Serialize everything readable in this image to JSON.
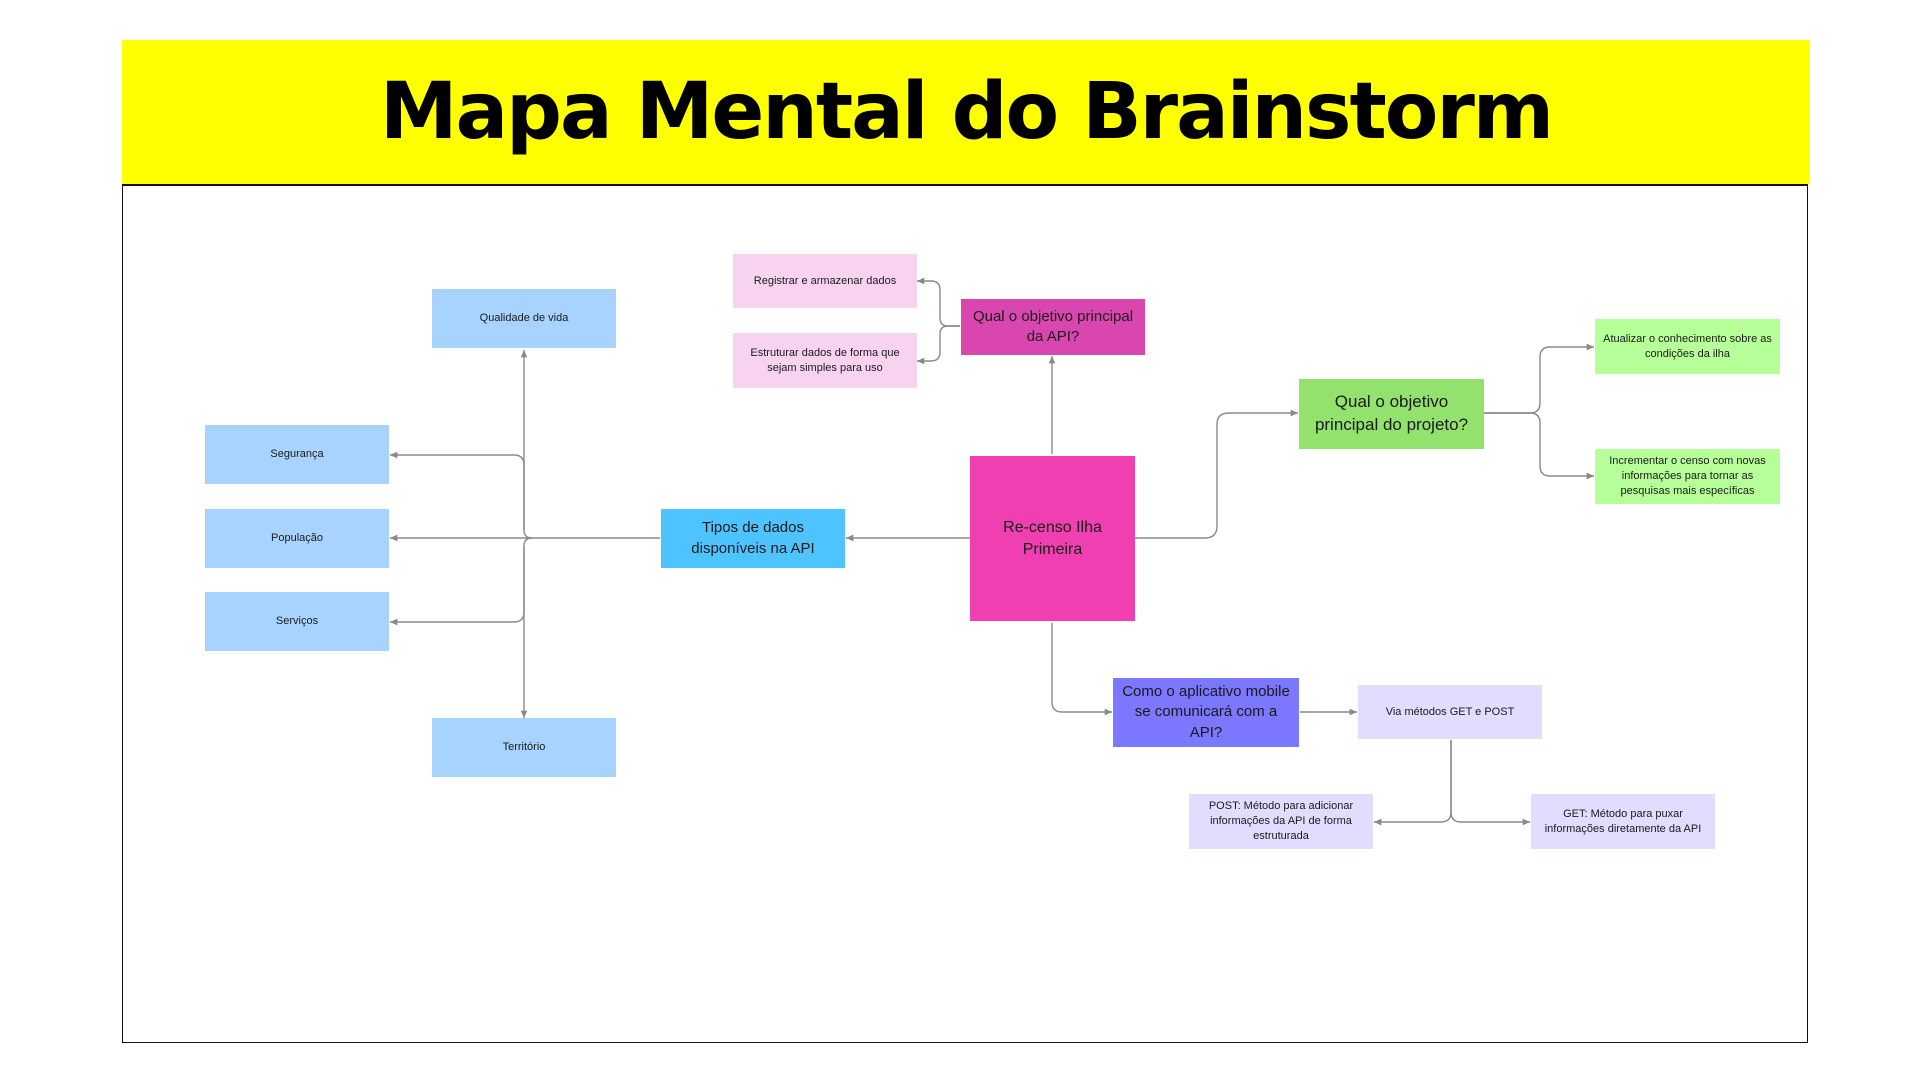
{
  "title": "Mapa Mental do Brainstorm",
  "colors": {
    "banner": "#ffff00",
    "connector": "#8a8a8a",
    "central": "#f03fb0"
  },
  "nodes": {
    "central": "Re-censo Ilha Primeira",
    "api_objective": "Qual o objetivo principal da API?",
    "register_data": "Registrar e armazenar dados",
    "structure_data": "Estruturar dados de forma que sejam simples para uso",
    "project_objective": "Qual o objetivo principal do projeto?",
    "update_knowledge": "Atualizar o conhecimento sobre as condições da ilha",
    "increment_census": "Incrementar o censo com novas informações para tornar as pesquisas mais específicas",
    "data_types": "Tipos de dados disponíveis na API",
    "quality_of_life": "Qualidade de vida",
    "security": "Segurança",
    "population": "População",
    "services": "Serviços",
    "territory": "Território",
    "mobile_comm": "Como o aplicativo mobile se comunicará com a API?",
    "via_methods": "Via métodos GET e POST",
    "post_method": "POST: Método para adicionar informações da API de forma estruturada",
    "get_method": "GET: Método para puxar informações diretamente da API"
  }
}
